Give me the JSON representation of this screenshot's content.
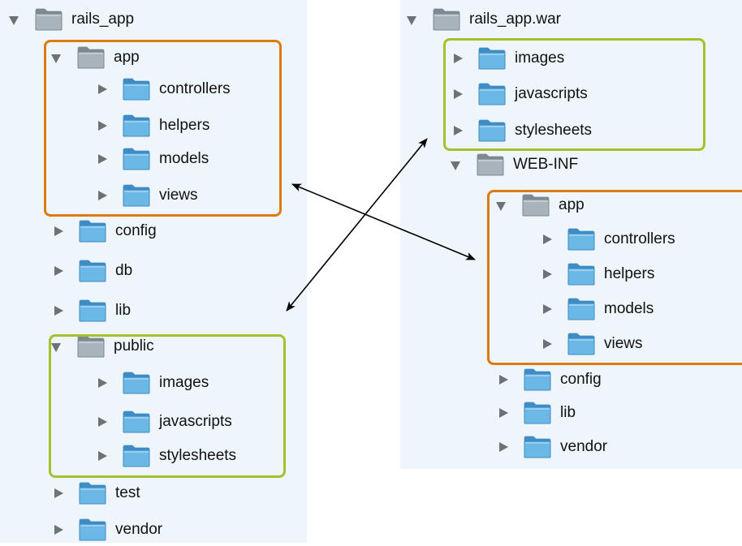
{
  "colors": {
    "panel_bg": "#eef6fb",
    "folder_blue": "#6bb8e7",
    "folder_gray": "#a8b3bb",
    "box_orange": "#de7a12",
    "box_green": "#a6c02c",
    "arrow": "#000000",
    "disclosure_triangle": "#6e7176"
  },
  "left_tree": {
    "root": "rails_app",
    "app": {
      "label": "app",
      "children": [
        "controllers",
        "helpers",
        "models",
        "views"
      ]
    },
    "config": "config",
    "db": "db",
    "lib": "lib",
    "public": {
      "label": "public",
      "children": [
        "images",
        "javascripts",
        "stylesheets"
      ]
    },
    "test": "test",
    "vendor": "vendor"
  },
  "right_tree": {
    "root": "rails_app.war",
    "public_children": [
      "images",
      "javascripts",
      "stylesheets"
    ],
    "web_inf": "WEB-INF",
    "app": {
      "label": "app",
      "children": [
        "controllers",
        "helpers",
        "models",
        "views"
      ]
    },
    "config": "config",
    "lib": "lib",
    "vendor": "vendor"
  },
  "icons": {
    "expanded": "disclosure-triangle-down-icon",
    "collapsed": "disclosure-triangle-right-icon",
    "folder": "folder-icon",
    "open_folder": "gray-folder-icon"
  }
}
